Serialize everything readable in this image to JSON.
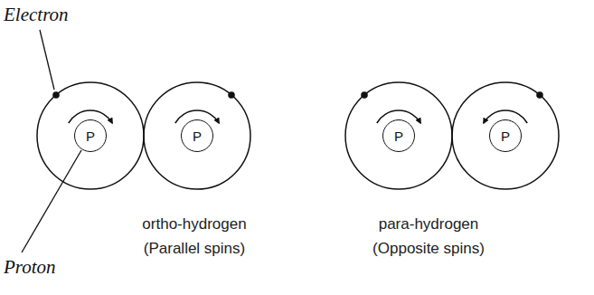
{
  "diagram": {
    "nodes": [
      {
        "text": [
          "P"
        ]
      },
      {
        "text": [
          "P"
        ]
      },
      {
        "text": [
          "P"
        ]
      },
      {
        "text": [
          "P"
        ]
      }
    ],
    "labels": [
      "Electron",
      "Proton",
      "ortho-hydrogen",
      "(Parallel spins)",
      "para-hydrogen",
      "(Opposite spins)"
    ]
  }
}
